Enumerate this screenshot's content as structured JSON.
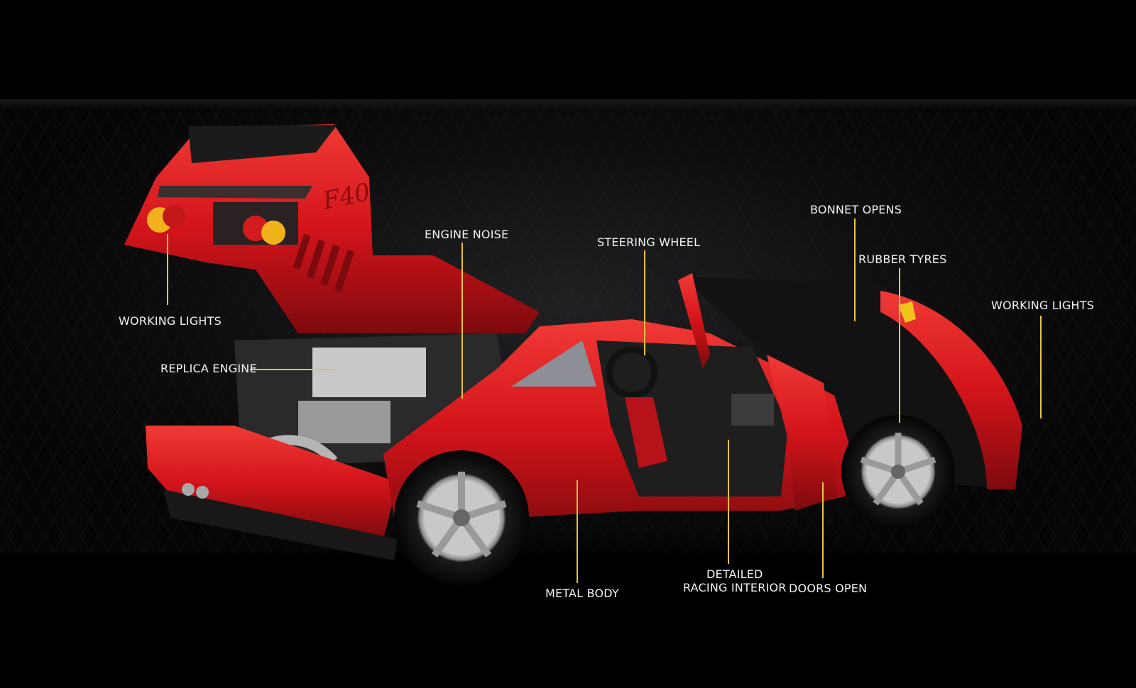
{
  "image_alt": "Red F40 model car with doors, bonnet and engine cover open, annotated with feature callouts",
  "brand_mark": "F40",
  "colors": {
    "background": "#000000",
    "car_body": "#d3141a",
    "callout_line": "#e5c43a",
    "label_text": "#f2f2f2"
  },
  "callouts": {
    "working_lights_rear": "WORKING LIGHTS",
    "engine_noise": "ENGINE NOISE",
    "steering_wheel": "STEERING WHEEL",
    "bonnet_opens": "BONNET OPENS",
    "rubber_tyres": "RUBBER TYRES",
    "working_lights_front": "WORKING LIGHTS",
    "replica_engine": "REPLICA ENGINE",
    "metal_body": "METAL BODY",
    "detailed_racing_interior_line1": "DETAILED",
    "detailed_racing_interior_line2": "RACING INTERIOR",
    "doors_open": "DOORS OPEN"
  }
}
